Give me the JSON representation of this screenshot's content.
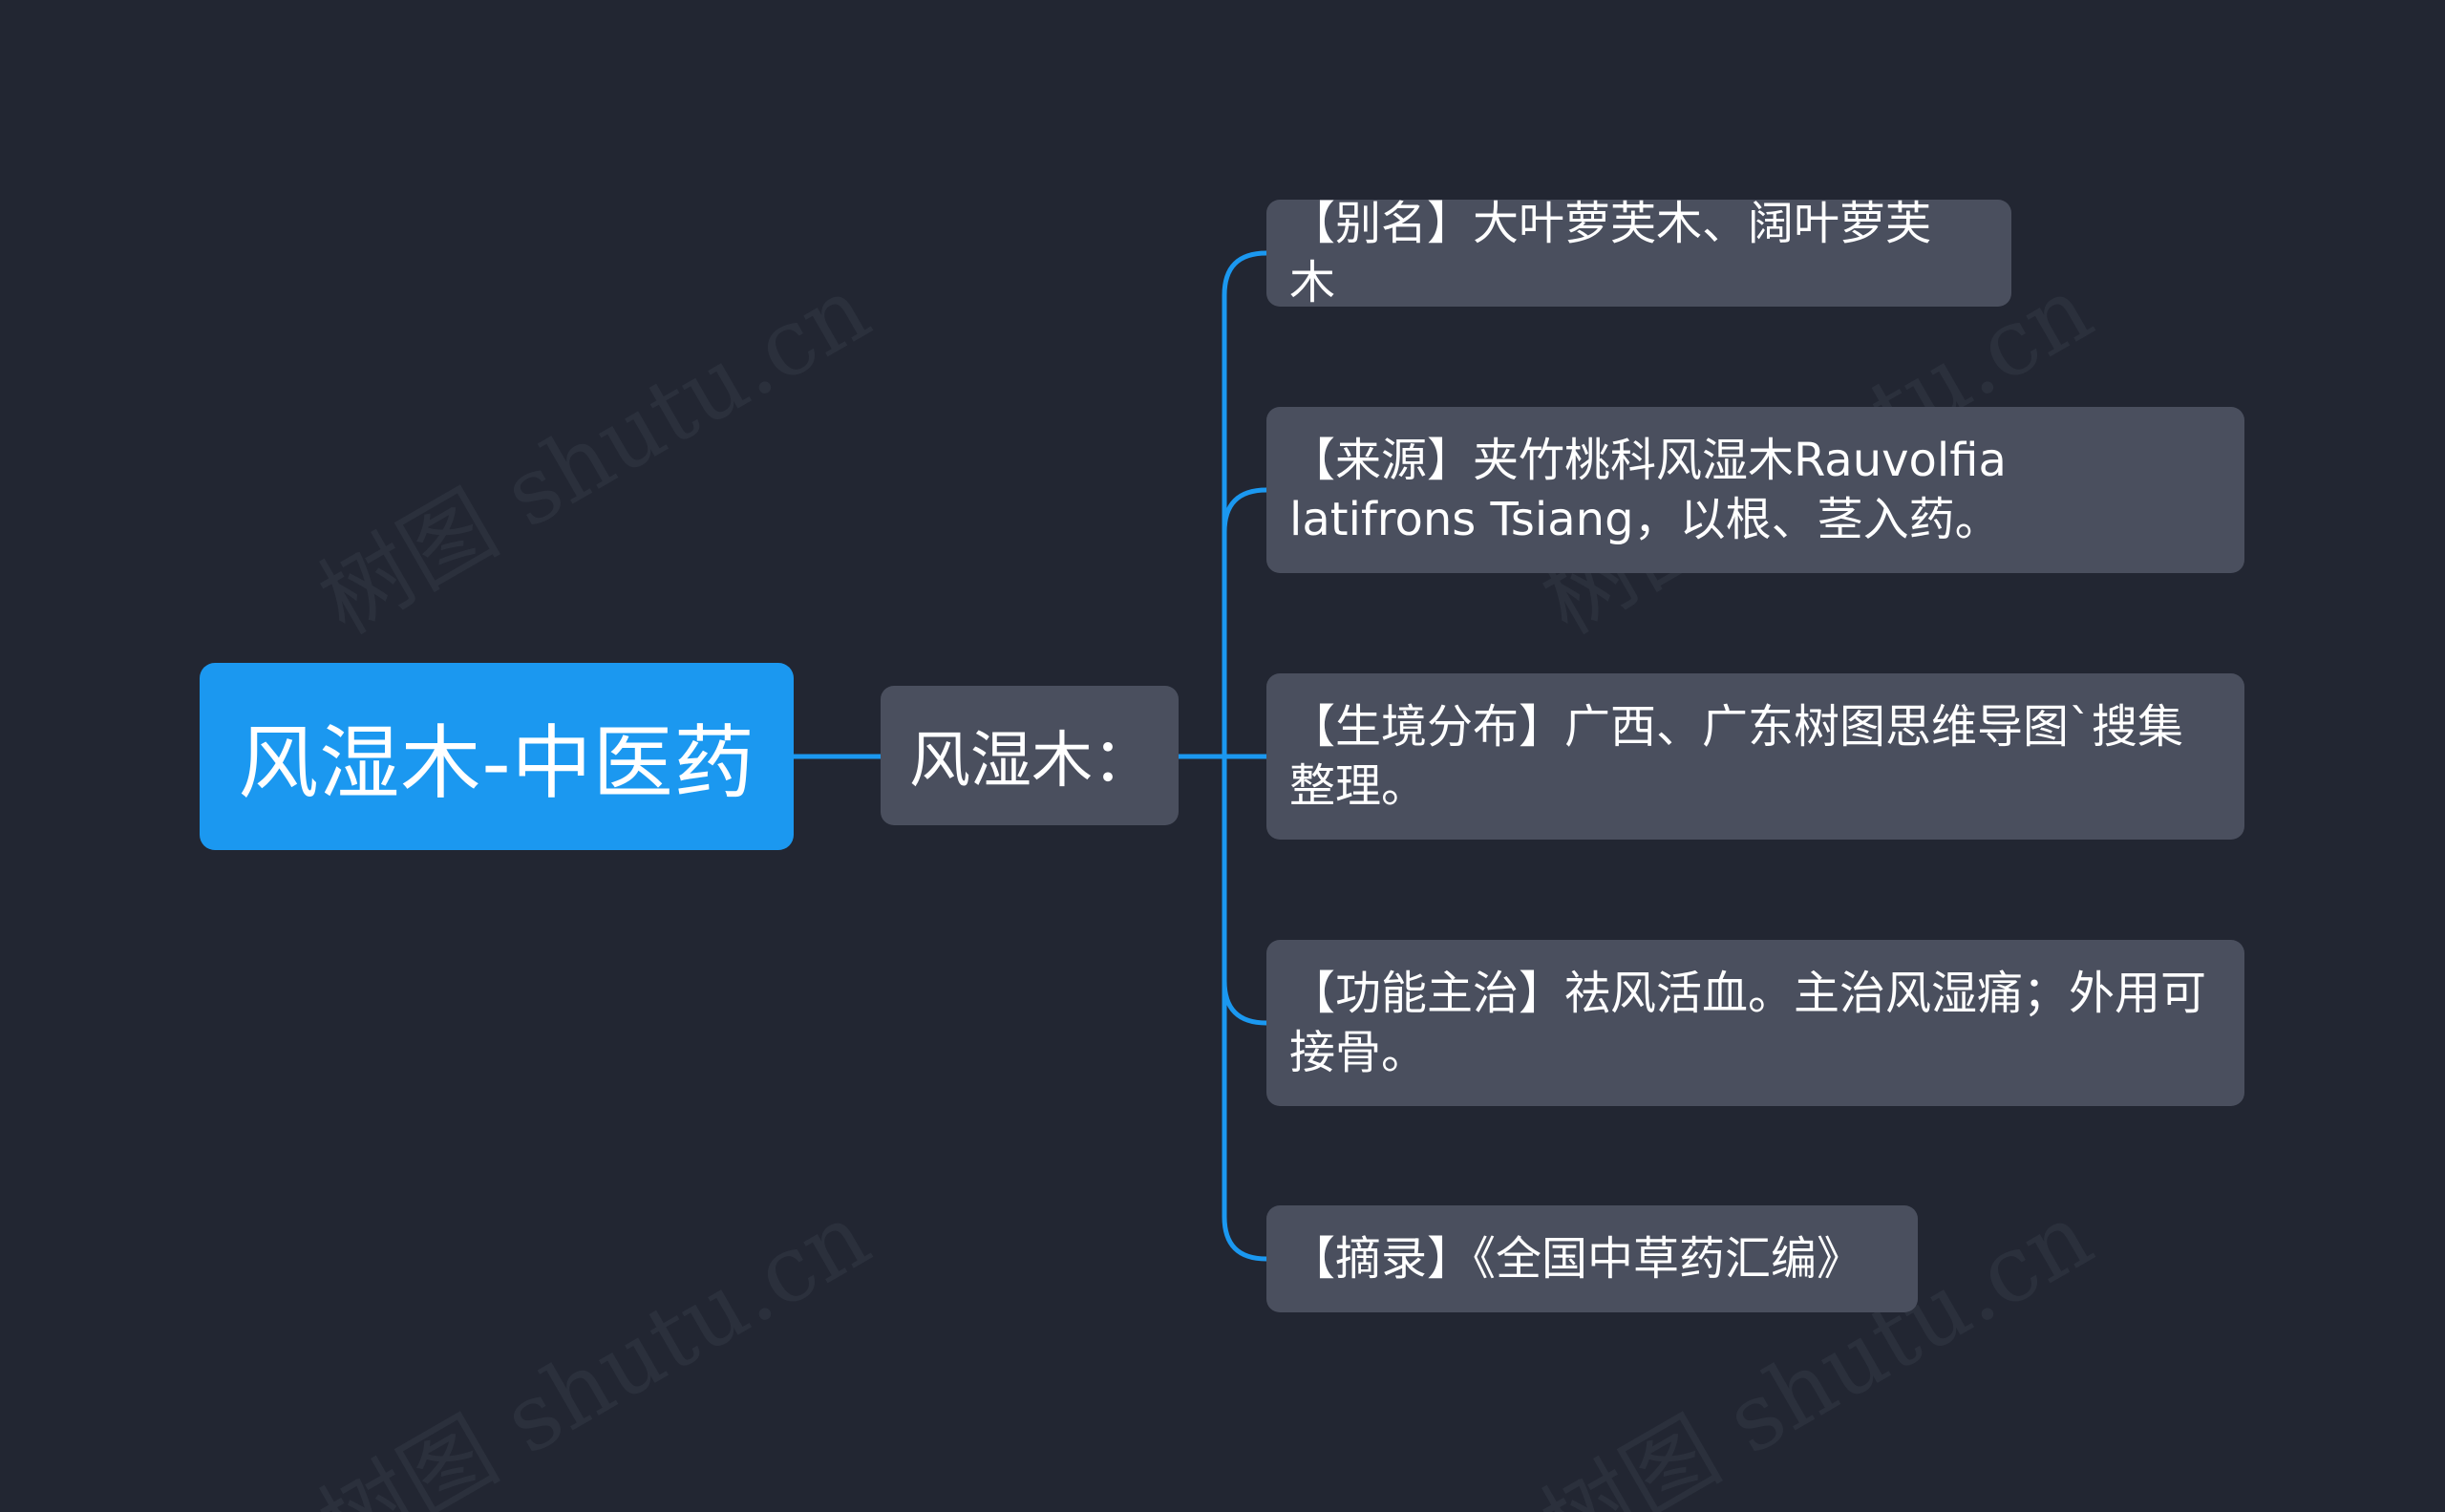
{
  "watermark": "树图 shutu.cn",
  "colors": {
    "background": "#222632",
    "root_fill": "#1b98f0",
    "node_fill": "#4a4f5e",
    "connector": "#1b98f0",
    "text": "#ffffff"
  },
  "root": {
    "label": "风湿木-中医药"
  },
  "middle": {
    "label": "风湿木："
  },
  "leaves": [
    {
      "label": "【别名】大叶萝芙木、阔叶萝芙木"
    },
    {
      "label": "【来源】夹竹桃科风湿木Rauvolfia latifrons Tsiang，以根、茎入药。"
    },
    {
      "label": "【生境分布】广西、广东树图思维导图`搜集整理。"
    },
    {
      "label": "【功能主治】祛风活血。主治风湿痛；外用可接骨。"
    },
    {
      "label": "【摘录】《全国中草药汇编》"
    }
  ]
}
